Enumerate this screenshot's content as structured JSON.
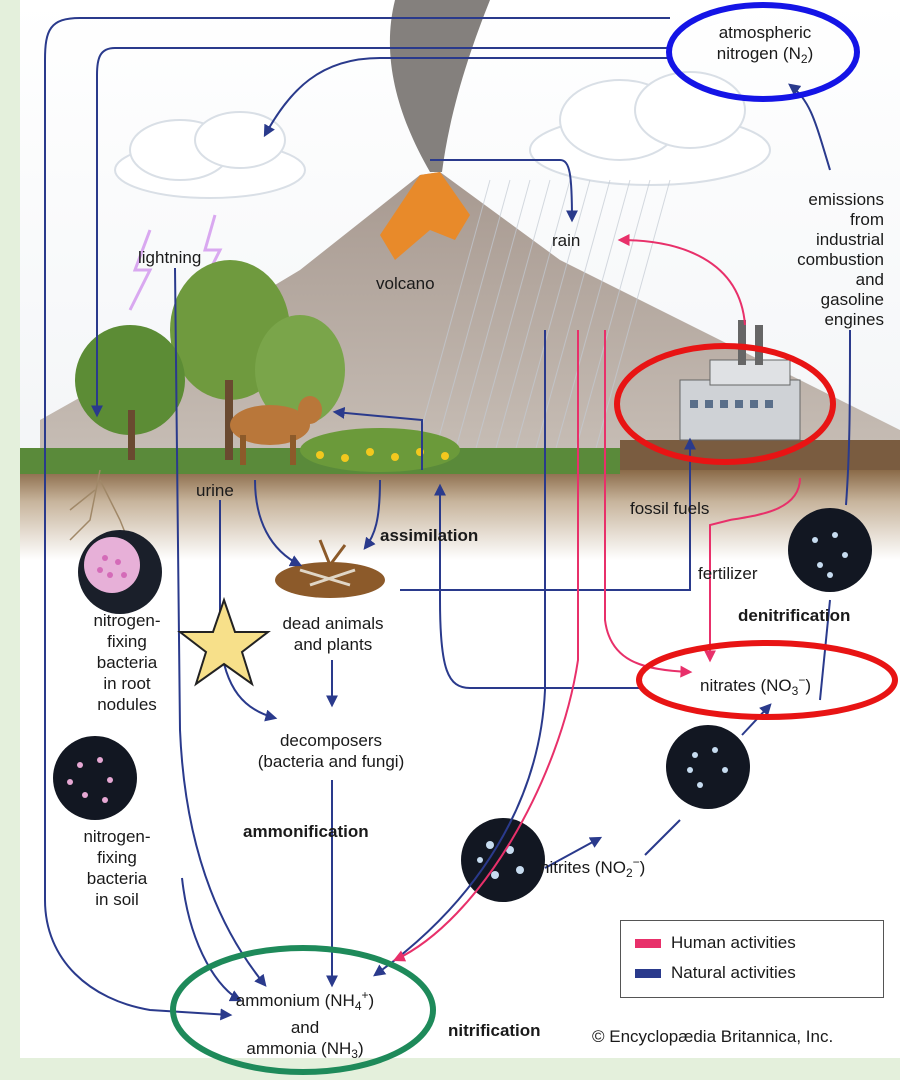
{
  "labels": {
    "atmospheric_line1": "atmospheric",
    "atmospheric_line2": "nitrogen (N",
    "atmospheric_sub": "2",
    "atmospheric_close": ")",
    "lightning": "lightning",
    "volcano": "volcano",
    "rain": "rain",
    "emissions": [
      "emissions",
      "from",
      "industrial",
      "combustion",
      "and",
      "gasoline",
      "engines"
    ],
    "urine": "urine",
    "assimilation": "assimilation",
    "fossil_fuels": "fossil fuels",
    "fertilizer": "fertilizer",
    "denitrification": "denitrification",
    "nitrogen_fixing_root": [
      "nitrogen-",
      "fixing",
      "bacteria",
      "in root",
      "nodules"
    ],
    "dead_animals": [
      "dead animals",
      "and plants"
    ],
    "nitrates_text": "nitrates (NO",
    "nitrates_sub": "3",
    "nitrates_sup": "−",
    "nitrates_close": ")",
    "decomposers": [
      "decomposers",
      "(bacteria and fungi)"
    ],
    "nitrogen_fixing_soil": [
      "nitrogen-",
      "fixing",
      "bacteria",
      "in soil"
    ],
    "ammonification": "ammonification",
    "nitrites_text": "nitrites (NO",
    "nitrites_sub": "2",
    "nitrites_sup": "−",
    "nitrites_close": ")",
    "ammonium_text": "ammonium (NH",
    "ammonium_sub": "4",
    "ammonium_sup": "+",
    "ammonium_close": ")",
    "and": "and",
    "ammonia_text": "ammonia (NH",
    "ammonia_sub": "3",
    "ammonia_close": ")",
    "nitrification": "nitrification"
  },
  "legend": {
    "human": "Human activities",
    "natural": "Natural activities",
    "human_color": "#e8306a",
    "natural_color": "#2a3a8c"
  },
  "copyright": "© Encyclopædia Britannica, Inc.",
  "colors": {
    "human_arrow": "#e8306a",
    "natural_arrow": "#2a3a8c",
    "highlight_blue": "#1414e6",
    "highlight_red": "#e81414",
    "highlight_green": "#1e8a5a",
    "star_fill": "#f7e08a"
  }
}
